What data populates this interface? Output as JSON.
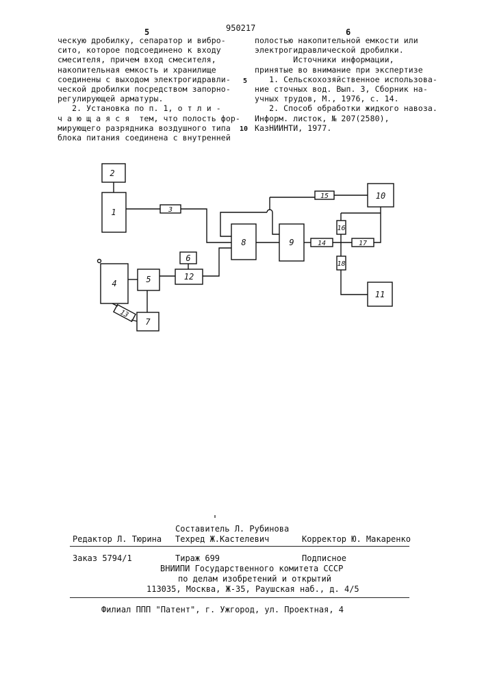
{
  "header": {
    "page_left": "5",
    "patent_number": "950217",
    "page_right": "6"
  },
  "left_column": [
    "ческую дробилку, сепаратор и вибро-",
    "сито, которое подсоединено к входу",
    "смесителя, причем вход смесителя,",
    "накопительная емкость и хранилище",
    "соединены с выходом электрогидравли-",
    "ческой дробилки посредством запорно-",
    "регулирующей арматуры.",
    "   2. Установка по п. 1, о т л и -",
    "ч а ю щ а я с я  тем, что полость фор-",
    "мирующего разрядника воздушного типа",
    "блока питания соединена с внутренней"
  ],
  "margin_marks": {
    "line5": "5",
    "line10": "10"
  },
  "right_column": [
    "полостью накопительной емкости или",
    "электрогидравлической дробилки.",
    "",
    "        Источники информации,",
    "принятые во внимание при экспертизе",
    "   1. Сельскохозяйственное использова-",
    "ние сточных вод. Вып. 3, Сборник на-",
    "учных трудов, М., 1976, с. 14.",
    "   2. Способ обработки жидкого навоза.",
    "Информ. листок, № 207(2580),",
    "КазНИИНТИ, 1977."
  ],
  "diagram": {
    "blocks": [
      "1",
      "2",
      "3",
      "4",
      "5",
      "6",
      "7",
      "8",
      "9",
      "10",
      "11",
      "12",
      "13",
      "14",
      "15",
      "16",
      "17",
      "18"
    ]
  },
  "footer": {
    "compiler": "Составитель Л. Рубинова",
    "editor": "Редактор Л. Тюрина",
    "techred": "Техред Ж.Кастелевич",
    "corrector": "Корректор Ю. Макаренко",
    "order": "Заказ 5794/1",
    "circulation": "Тираж 699",
    "subscription": "Подписное",
    "org_line1": "ВНИИПИ Государственного комитета СССР",
    "org_line2": "по делам изобретений и открытий",
    "address": "113035, Москва, Ж-35, Раушская наб., д. 4/5",
    "branch": "Филиал ППП \"Патент\", г. Ужгород, ул. Проектная, 4"
  }
}
